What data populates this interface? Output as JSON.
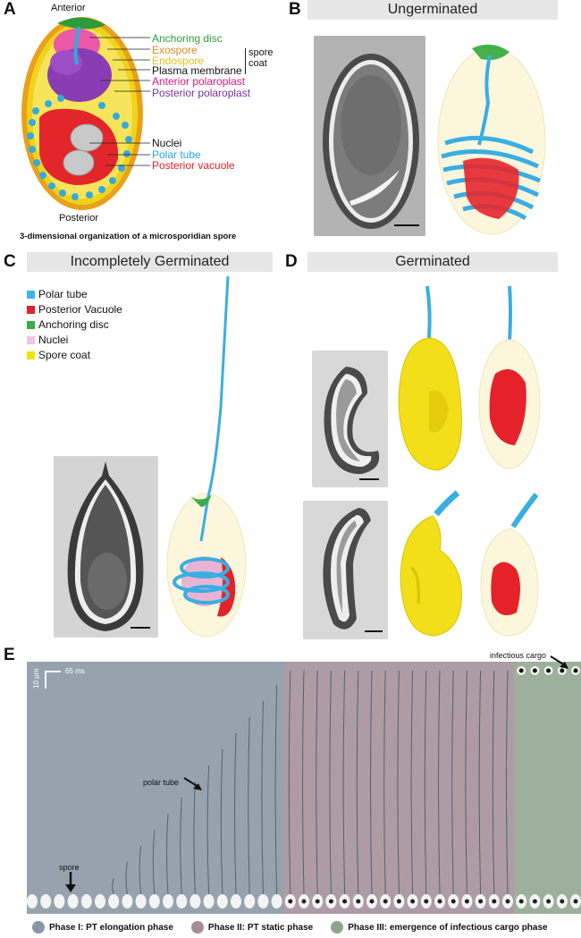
{
  "panelA": {
    "letter": "A",
    "top_label": "Anterior",
    "bottom_label": "Posterior",
    "caption": "3-dimensional organization of a microsporidian spore",
    "labels": [
      {
        "text": "Anchoring disc",
        "color": "#2e9b3a"
      },
      {
        "text": "Exospore",
        "color": "#e08a1e"
      },
      {
        "text": "Endospore",
        "color": "#e0c21a"
      },
      {
        "text": "Plasma membrane",
        "color": "#111111"
      },
      {
        "text": "Anterior polaroplast",
        "color": "#e0177a"
      },
      {
        "text": "Posterior polaroplast",
        "color": "#7a2fa0"
      },
      {
        "text": "Nuclei",
        "color": "#111111"
      },
      {
        "text": "Polar tube",
        "color": "#27a7dd"
      },
      {
        "text": "Posterior vacuole",
        "color": "#e11f26"
      }
    ],
    "spore_coat_label_1": "spore",
    "spore_coat_label_2": "coat"
  },
  "panelB": {
    "letter": "B",
    "title": "Ungerminated"
  },
  "panelC": {
    "letter": "C",
    "title": "Incompletely Germinated",
    "legend": [
      {
        "text": "Polar tube",
        "color": "#3db4e6"
      },
      {
        "text": "Posterior Vacuole",
        "color": "#e5222a"
      },
      {
        "text": "Anchoring disc",
        "color": "#3aad48"
      },
      {
        "text": "Nuclei",
        "color": "#f3c3dc"
      },
      {
        "text": "Spore coat",
        "color": "#f2e400"
      }
    ]
  },
  "panelD": {
    "letter": "D",
    "title": "Germinated"
  },
  "panelE": {
    "letter": "E",
    "scale_time": "65 ms",
    "scale_length": "10 µm",
    "annotation_cargo": "infectious cargo",
    "annotation_tube": "polar tube",
    "annotation_spore": "spore",
    "phases": [
      {
        "text": "Phase I: PT elongation phase",
        "color": "#8797a6"
      },
      {
        "text": "Phase II: PT static phase",
        "color": "#a58f96"
      },
      {
        "text": "Phase III: emergence of infectious cargo phase",
        "color": "#8fa48f"
      }
    ]
  }
}
